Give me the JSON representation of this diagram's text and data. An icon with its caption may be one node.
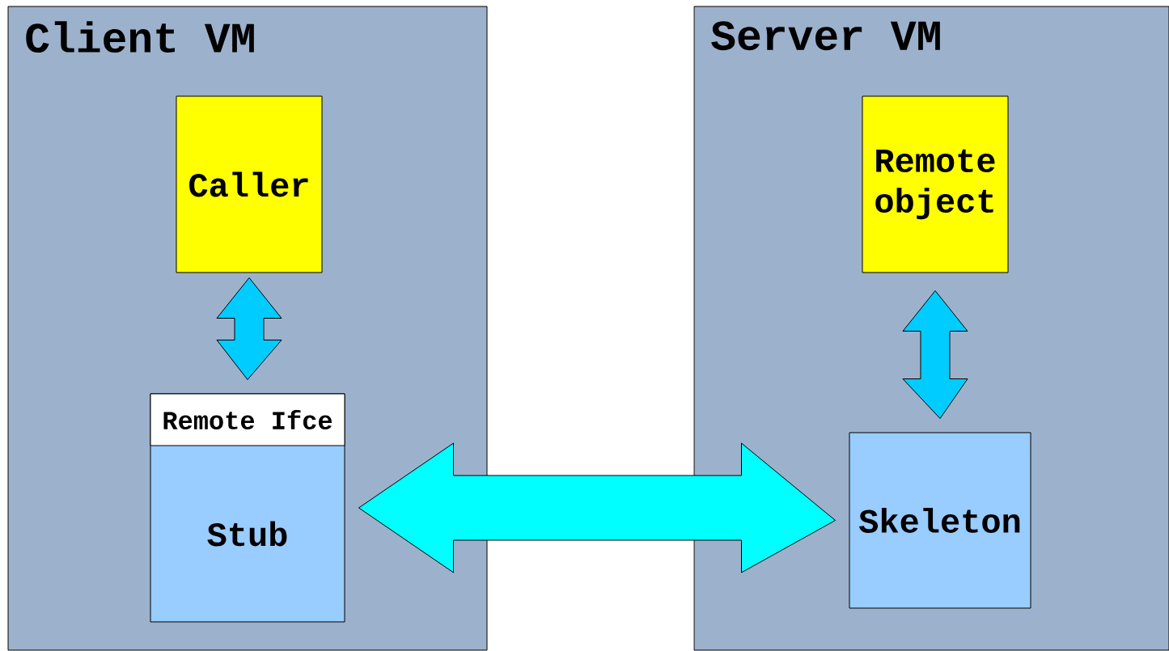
{
  "diagram": {
    "nodes": [
      {
        "text": [
          "Client VM"
        ]
      },
      {
        "text": [
          "Caller"
        ],
        "in": 0
      },
      {
        "text": [
          "Remote Ifce",
          "Stub"
        ],
        "in": 0
      },
      {
        "text": [
          "Server VM"
        ]
      },
      {
        "text": [
          "Remote object"
        ],
        "in": 3
      },
      {
        "text": [
          "Skeleton"
        ],
        "in": 3
      }
    ],
    "edges": [
      {
        "from": 1,
        "to": 2,
        "arrow": "both"
      },
      {
        "from": 4,
        "to": 5,
        "arrow": "both"
      },
      {
        "from": 2,
        "to": 5,
        "arrow": "both",
        "color": "#00ffff"
      }
    ]
  }
}
